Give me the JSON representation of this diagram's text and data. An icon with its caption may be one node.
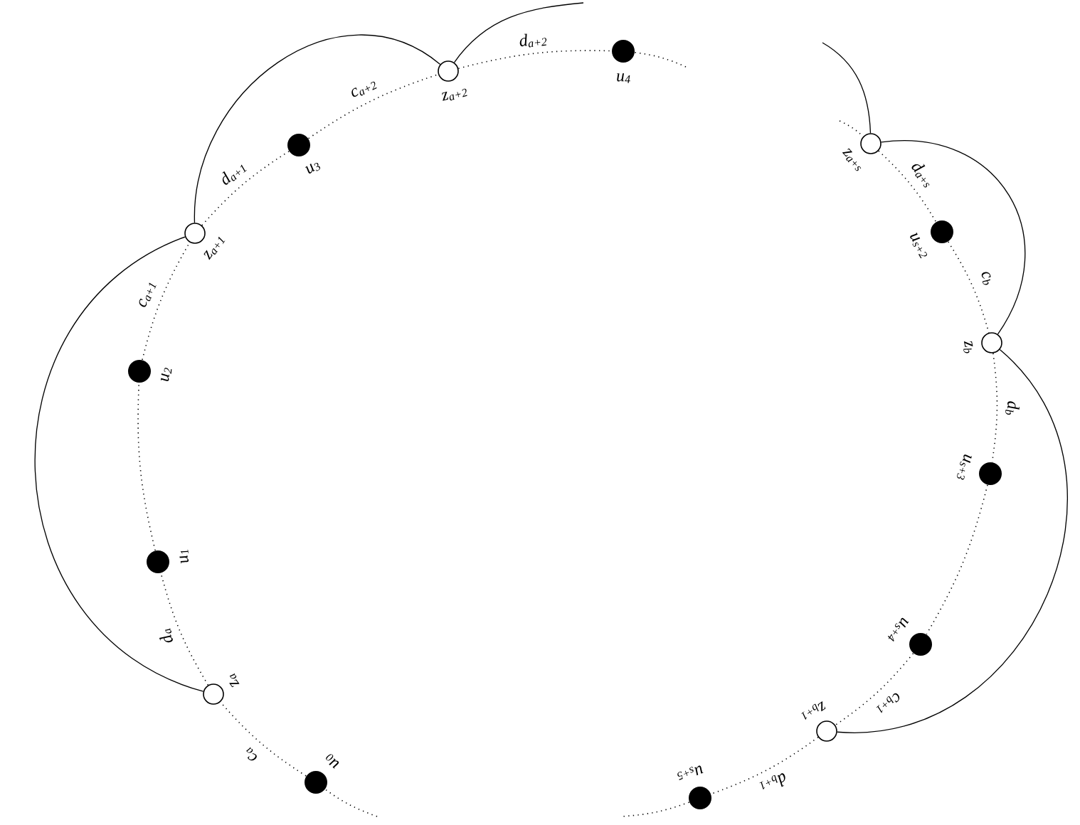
{
  "diagram": {
    "nodes": [
      {
        "text": [],
        "shape": "dot",
        "beside": [
          "u$_{0}$"
        ]
      },
      {
        "text": [],
        "shape": "circle",
        "beside": [
          "z$_{a}$"
        ]
      },
      {
        "text": [],
        "shape": "dot",
        "beside": [
          "u$_{1}$"
        ]
      },
      {
        "text": [],
        "shape": "dot",
        "beside": [
          "u$_{2}$"
        ]
      },
      {
        "text": [],
        "shape": "circle",
        "beside": [
          "z$_{a+1}$"
        ]
      },
      {
        "text": [],
        "shape": "dot",
        "beside": [
          "u$_{3}$"
        ]
      },
      {
        "text": [],
        "shape": "circle",
        "beside": [
          "z$_{a+2}$"
        ]
      },
      {
        "text": [],
        "shape": "dot",
        "beside": [
          "u$_{4}$"
        ]
      },
      {
        "text": [],
        "shape": "circle",
        "beside": [
          "z$_{a+s}$"
        ]
      },
      {
        "text": [],
        "shape": "dot",
        "beside": [
          "u$_{s+2}$"
        ]
      },
      {
        "text": [],
        "shape": "circle",
        "beside": [
          "z$_{b}$"
        ]
      },
      {
        "text": [],
        "shape": "dot",
        "beside": [
          "u$_{s+3}$"
        ]
      },
      {
        "text": [],
        "shape": "dot",
        "beside": [
          "u$_{s+4}$"
        ]
      },
      {
        "text": [],
        "shape": "circle",
        "beside": [
          "z$_{b+1}$"
        ]
      },
      {
        "text": [],
        "shape": "dot",
        "beside": [
          "u$_{s+5}$"
        ]
      }
    ],
    "edges": [
      {
        "from": null,
        "to": 0,
        "arrow": "none",
        "style": "dashed"
      },
      {
        "from": 0,
        "to": 1,
        "arrow": "none",
        "style": "dashed",
        "label": "c$_{a}$"
      },
      {
        "from": 1,
        "to": 2,
        "arrow": "none",
        "style": "dashed",
        "label": "d$_{a}$"
      },
      {
        "from": 2,
        "to": 3,
        "arrow": "none",
        "style": "dashed"
      },
      {
        "from": 3,
        "to": 4,
        "arrow": "none",
        "style": "dashed",
        "label": "c$_{a+1}$"
      },
      {
        "from": 4,
        "to": 5,
        "arrow": "none",
        "style": "dashed",
        "label": "d$_{a+1}$"
      },
      {
        "from": 5,
        "to": 6,
        "arrow": "none",
        "style": "dashed",
        "label": "c$_{a+2}$"
      },
      {
        "from": 6,
        "to": 7,
        "arrow": "none",
        "style": "dashed",
        "label": "d$_{a+2}$"
      },
      {
        "from": 7,
        "to": null,
        "arrow": "none",
        "style": "dashed"
      },
      {
        "from": null,
        "to": 8,
        "arrow": "none",
        "style": "dashed"
      },
      {
        "from": 8,
        "to": 9,
        "arrow": "none",
        "style": "dashed",
        "label": "d$_{a+s}$"
      },
      {
        "from": 9,
        "to": 10,
        "arrow": "none",
        "style": "dashed",
        "label": "c$_{b}$"
      },
      {
        "from": 10,
        "to": 11,
        "arrow": "none",
        "style": "dashed",
        "label": "d$_{b}$"
      },
      {
        "from": 11,
        "to": 12,
        "arrow": "none",
        "style": "dashed"
      },
      {
        "from": 12,
        "to": 13,
        "arrow": "none",
        "style": "dashed",
        "label": "c$_{b+1}$"
      },
      {
        "from": 13,
        "to": 14,
        "arrow": "none",
        "style": "dashed",
        "label": "d$_{b+1}$"
      },
      {
        "from": 14,
        "to": null,
        "arrow": "none",
        "style": "dashed"
      },
      {
        "from": 1,
        "to": 4,
        "arrow": "none"
      },
      {
        "from": 4,
        "to": 6,
        "arrow": "none"
      },
      {
        "from": 6,
        "to": null,
        "arrow": "none"
      },
      {
        "from": null,
        "to": 8,
        "arrow": "none"
      },
      {
        "from": 8,
        "to": 10,
        "arrow": "none"
      },
      {
        "from": 10,
        "to": 13,
        "arrow": "none"
      }
    ]
  }
}
